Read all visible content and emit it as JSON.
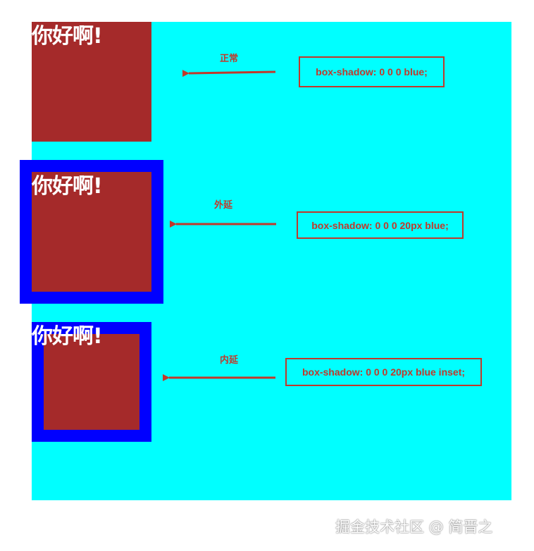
{
  "examples": [
    {
      "heading": "你好啊!",
      "label": "正常",
      "code": "box-shadow: 0 0 0  blue;"
    },
    {
      "heading": "你好啊!",
      "label": "外延",
      "code": "box-shadow: 0 0 0 20px blue;"
    },
    {
      "heading": "你好啊!",
      "label": "内延",
      "code": "box-shadow: 0 0 0 20px blue inset;"
    }
  ],
  "footer": "掘金技术社区 @ 简晋之",
  "colors": {
    "background": "#00ffff",
    "box": "#a52a2a",
    "shadow": "#0000ff",
    "annotation": "#c0392b"
  }
}
